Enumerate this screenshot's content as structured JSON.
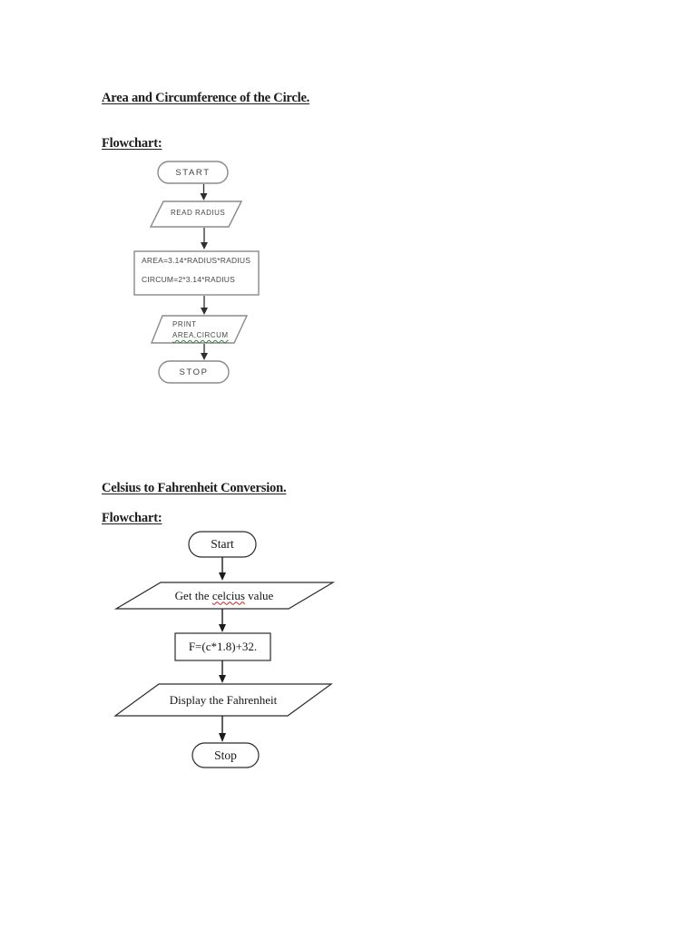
{
  "page": {
    "background": "#ffffff"
  },
  "section1": {
    "title": "Area and Circumference of the Circle.",
    "subtitle": "Flowchart:",
    "flowchart": {
      "type": "flowchart",
      "start_label": "START",
      "input_label": "READ RADIUS",
      "process_line1": "AREA=3.14*RADIUS*RADIUS",
      "process_line2": "CIRCUM=2*3.14*RADIUS",
      "output_line1": "PRINT",
      "output_line2": "AREA,CIRCUM",
      "stop_label": "STOP"
    }
  },
  "section2": {
    "title": "Celsius to Fahrenheit Conversion.",
    "subtitle": "Flowchart:",
    "flowchart": {
      "type": "flowchart",
      "start_label": "Start",
      "input_pre": "Get the ",
      "input_misspelled": "celcius",
      "input_post": " value",
      "process_label": "F=(c*1.8)+32.",
      "output_label": "Display the Fahrenheit",
      "stop_label": "Stop"
    }
  },
  "colors": {
    "chart1_stroke": "#8a8a8a",
    "chart1_arrow": "#2f2f2f",
    "chart1_text": "#474747",
    "chart2_stroke": "#2b2b2b",
    "chart2_text": "#141414",
    "squiggle_green": "#3c7a45",
    "squiggle_red": "#cc1f1f"
  }
}
